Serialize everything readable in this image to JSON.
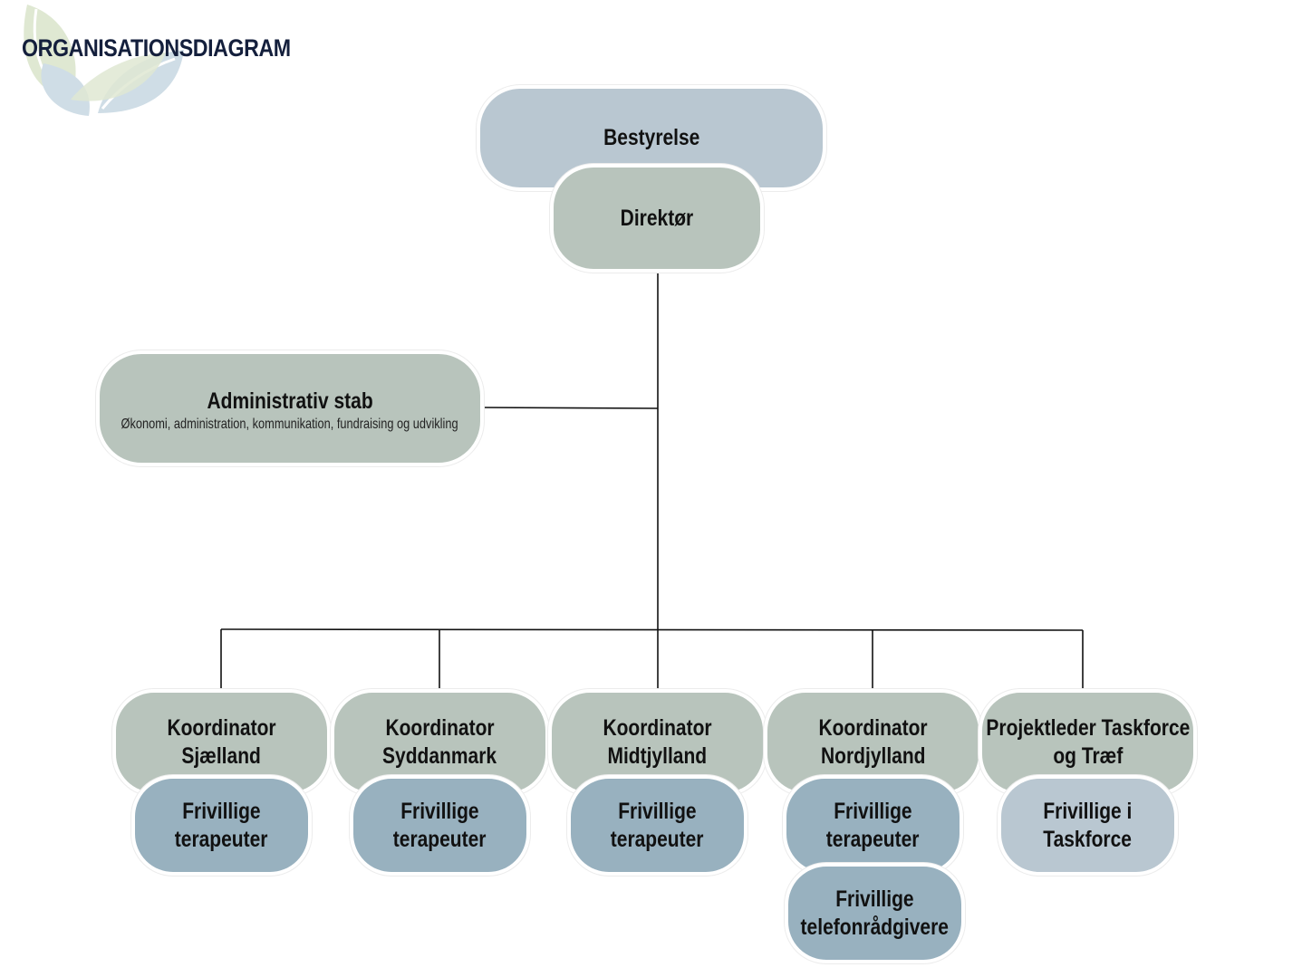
{
  "title": "ORGANISATIONSDIAGRAM",
  "colors": {
    "title": "#141f3c",
    "board": "#b9c7d1",
    "sage": "#b8c4bc",
    "blue": "#98b1bf",
    "light_blue": "#b9c7d1",
    "line": "#111111",
    "logo_green": "#dfe8d2",
    "logo_blue": "#cfdde6"
  },
  "logo": {
    "icon": "leaf-logo-icon"
  },
  "nodes": {
    "bestyrelse": {
      "label": "Bestyrelse"
    },
    "direktor": {
      "label": "Direktør"
    },
    "admin": {
      "label": "Administrativ stab",
      "sublabel": "Økonomi, administration, kommunikation, fundraising og udvikling"
    },
    "koord_sjaelland": {
      "line1": "Koordinator",
      "line2": "Sjælland"
    },
    "koord_syddanmark": {
      "line1": "Koordinator",
      "line2": "Syddanmark"
    },
    "koord_midtjylland": {
      "line1": "Koordinator",
      "line2": "Midtjylland"
    },
    "koord_nordjylland": {
      "line1": "Koordinator",
      "line2": "Nordjylland"
    },
    "projektleder": {
      "line1": "Projektleder Taskforce",
      "line2": "og Træf"
    },
    "frivillige_sjaelland": {
      "line1": "Frivillige",
      "line2": "terapeuter"
    },
    "frivillige_syddanmark": {
      "line1": "Frivillige",
      "line2": "terapeuter"
    },
    "frivillige_midtjylland": {
      "line1": "Frivillige",
      "line2": "terapeuter"
    },
    "frivillige_nordjylland": {
      "line1": "Frivillige",
      "line2": "terapeuter"
    },
    "frivillige_telefon": {
      "line1": "Frivillige",
      "line2": "telefonrådgivere"
    },
    "frivillige_taskforce": {
      "line1": "Frivillige i",
      "line2": "Taskforce"
    }
  }
}
